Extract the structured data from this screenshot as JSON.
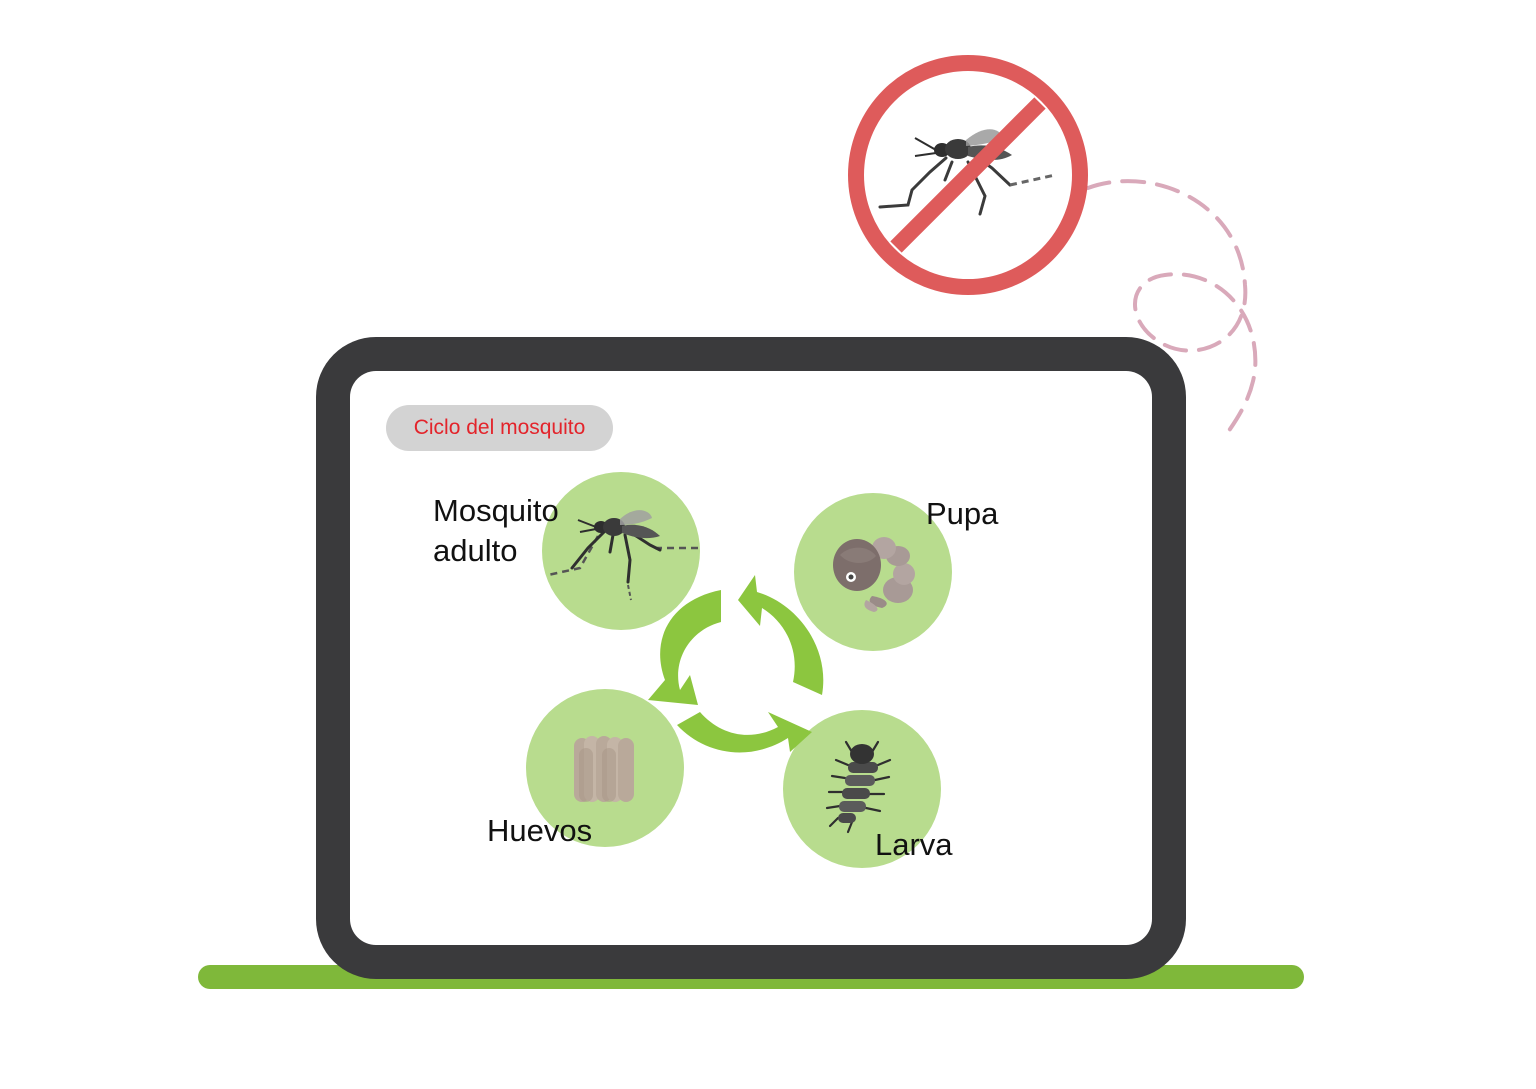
{
  "title": "Ciclo del mosquito",
  "stages": [
    {
      "id": "adult",
      "line1": "Mosquito",
      "line2": "adulto"
    },
    {
      "id": "pupa",
      "label": "Pupa"
    },
    {
      "id": "larva",
      "label": "Larva"
    },
    {
      "id": "eggs",
      "label": "Huevos"
    }
  ],
  "icons": {
    "prohibited": "no-mosquito-icon",
    "cycle": "cycle-arrows-icon",
    "adult": "mosquito-icon",
    "pupa": "pupa-icon",
    "larva": "larva-icon",
    "eggs": "eggs-icon"
  },
  "colors": {
    "frame": "#3a3a3c",
    "screen": "#ffffff",
    "ground": "#7fb83a",
    "stage_circle": "#b8dc8e",
    "arrows": "#8cc63f",
    "prohibit": "#de5b5b",
    "dashed_path": "#d9a9ba",
    "title_text": "#e3242b",
    "title_bg": "#d3d3d3"
  }
}
